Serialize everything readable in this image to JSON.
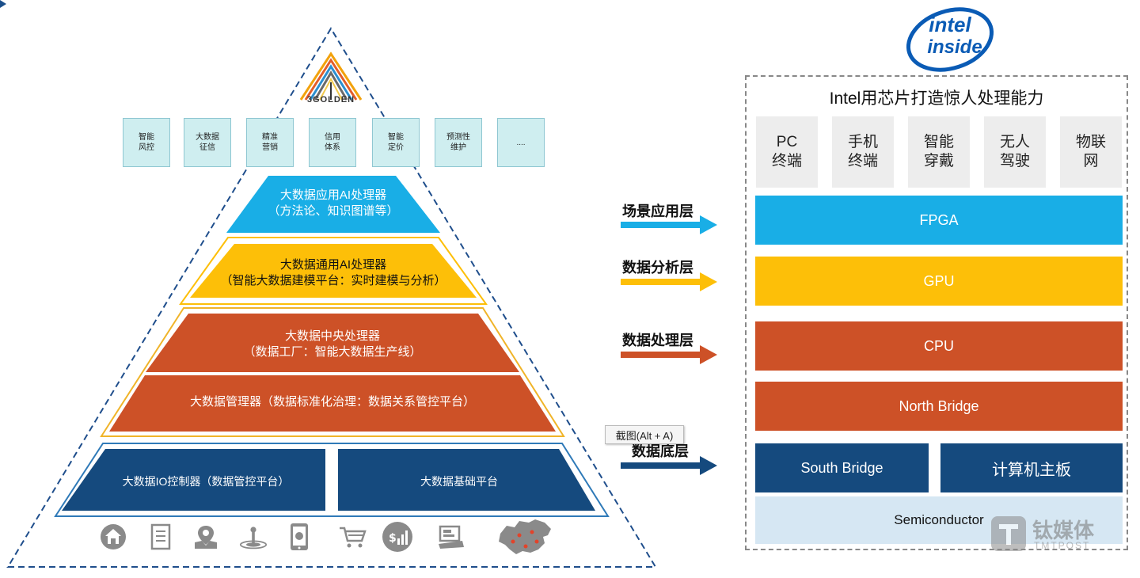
{
  "brand": {
    "logo_text": "3GOLDEN",
    "intel_line1": "intel",
    "intel_line2": "inside",
    "watermark_cn": "钛媒体",
    "watermark_en": "TMTPOST"
  },
  "colors": {
    "blue_light": "#19aee6",
    "yellow": "#fdbf08",
    "orange": "#cd5127",
    "navy": "#154a7e",
    "pale_blue": "#d6e7f3",
    "teal_box": "#cfeef0",
    "intel_blue": "#0a5bb5"
  },
  "applications": [
    {
      "label": "智能\n风控"
    },
    {
      "label": "大数据\n征信"
    },
    {
      "label": "精准\n营销"
    },
    {
      "label": "信用\n体系"
    },
    {
      "label": "智能\n定价"
    },
    {
      "label": "预测性\n维护"
    },
    {
      "label": "...."
    }
  ],
  "pyramid": {
    "tier1_line1": "大数据应用AI处理器",
    "tier1_line2": "（方法论、知识图谱等）",
    "tier2_line1": "大数据通用AI处理器",
    "tier2_line2": "（智能大数据建模平台：实时建模与分析）",
    "tier3_line1": "大数据中央处理器",
    "tier3_line2": "（数据工厂：智能大数据生产线）",
    "tier4": "大数据管理器（数据标准化治理：数据关系管控平台）",
    "tier5_left": "大数据IO控制器（数据管控平台）",
    "tier5_right": "大数据基础平台"
  },
  "bottom_icons": [
    "home-icon",
    "document-icon",
    "map-pin-icon",
    "joystick-icon",
    "smartphone-icon",
    "cart-icon",
    "dollar-chart-icon",
    "pos-terminal-icon",
    "china-map-icon"
  ],
  "layers": [
    {
      "label": "场景应用层"
    },
    {
      "label": "数据分析层"
    },
    {
      "label": "数据处理层"
    },
    {
      "label": "数据底层"
    }
  ],
  "tooltip": "截图(Alt + A)",
  "intel_panel": {
    "title": "Intel用芯片打造惊人处理能力",
    "terminals": [
      "PC\n终端",
      "手机\n终端",
      "智能\n穿戴",
      "无人\n驾驶",
      "物联\n网"
    ],
    "fpga": "FPGA",
    "gpu": "GPU",
    "cpu": "CPU",
    "north_bridge": "North Bridge",
    "south_bridge": "South Bridge",
    "motherboard": "计算机主板",
    "semiconductor": "Semiconductor"
  }
}
